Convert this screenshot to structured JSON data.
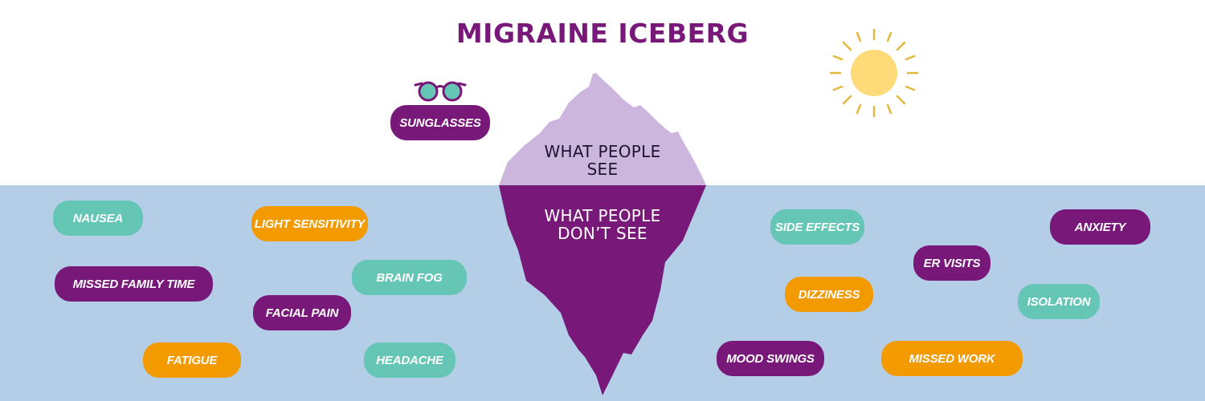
{
  "title": "MIGRAINE ICEBERG",
  "iceberg": {
    "above_label": [
      "WHAT PEOPLE",
      "SEE"
    ],
    "below_label": [
      "WHAT PEOPLE",
      "DON’T SEE"
    ]
  },
  "colors": {
    "purple": "#78197a",
    "orange": "#f39a00",
    "teal": "#66c6b6",
    "water": "#b3cee6",
    "iceberg_top": "#cdb6de",
    "sun": "#fedb78",
    "sun_rays": "#e3b83c"
  },
  "above_water": {
    "sunglasses_label": "SUNGLASSES",
    "sunglasses_icon": "sunglasses-icon",
    "sun_icon": "sun-icon"
  },
  "labels": {
    "nausea": "NAUSEA",
    "light_sensitivity": "LIGHT SENSITIVITY",
    "missed_family_time": "MISSED FAMILY TIME",
    "brain_fog": "BRAIN FOG",
    "facial_pain": "FACIAL PAIN",
    "fatigue": "FATIGUE",
    "headache": "HEADACHE",
    "side_effects": "SIDE EFFECTS",
    "anxiety": "ANXIETY",
    "er_visits": "ER VISITS",
    "dizziness": "DIZZINESS",
    "isolation": "ISOLATION",
    "mood_swings": "MOOD SWINGS",
    "missed_work": "MISSED WORK"
  }
}
